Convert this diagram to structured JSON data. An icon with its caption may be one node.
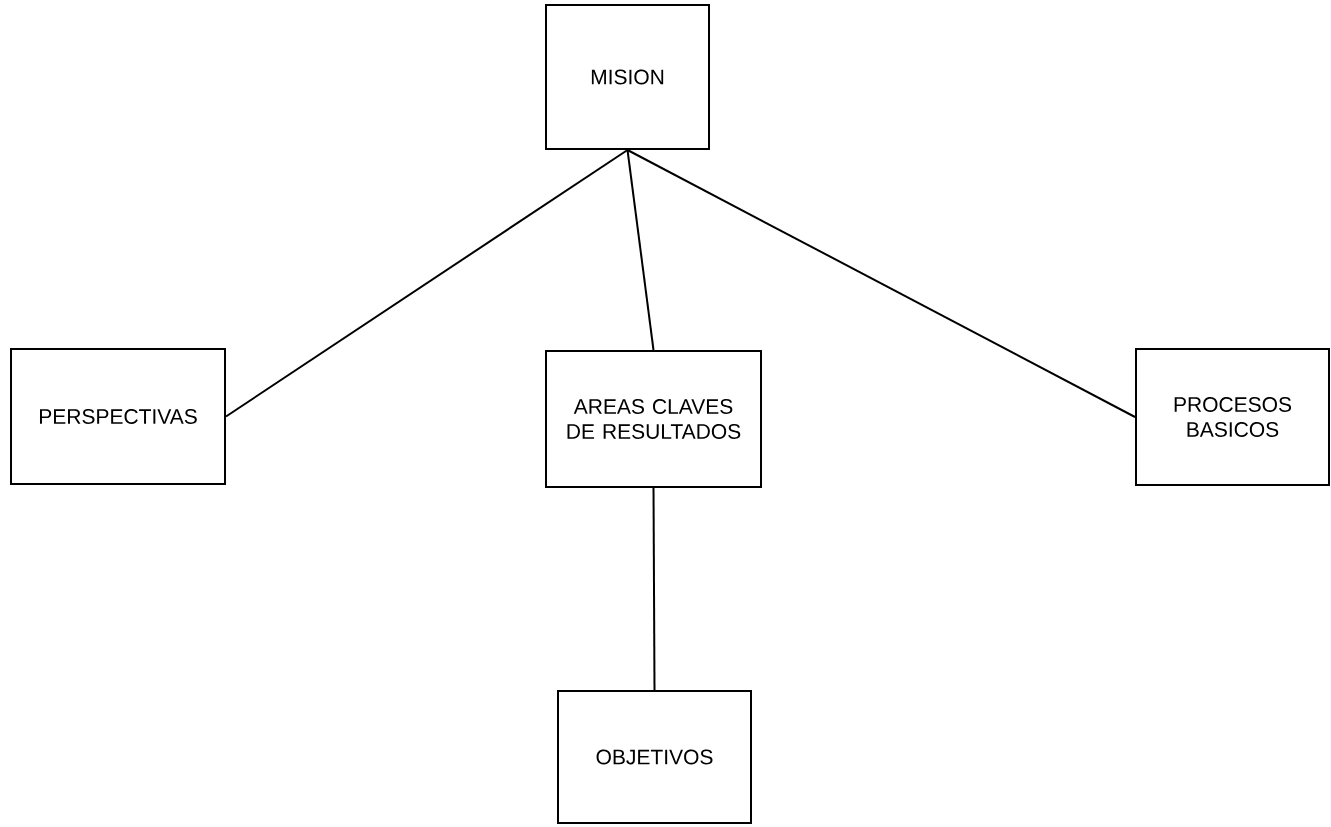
{
  "diagram": {
    "nodes": [
      {
        "text": [
          "MISION"
        ]
      },
      {
        "text": [
          "PERSPECTIVAS"
        ]
      },
      {
        "text": [
          "AREAS CLAVES DE RESULTADOS"
        ]
      },
      {
        "text": [
          "PROCESOS BASICOS"
        ]
      },
      {
        "text": [
          "OBJETIVOS"
        ]
      }
    ],
    "edges": [
      {
        "from": 0,
        "to": 1,
        "arrow": "none"
      },
      {
        "from": 0,
        "to": 2,
        "arrow": "none"
      },
      {
        "from": 0,
        "to": 3,
        "arrow": "none"
      },
      {
        "from": 2,
        "to": 4,
        "arrow": "none"
      }
    ]
  }
}
